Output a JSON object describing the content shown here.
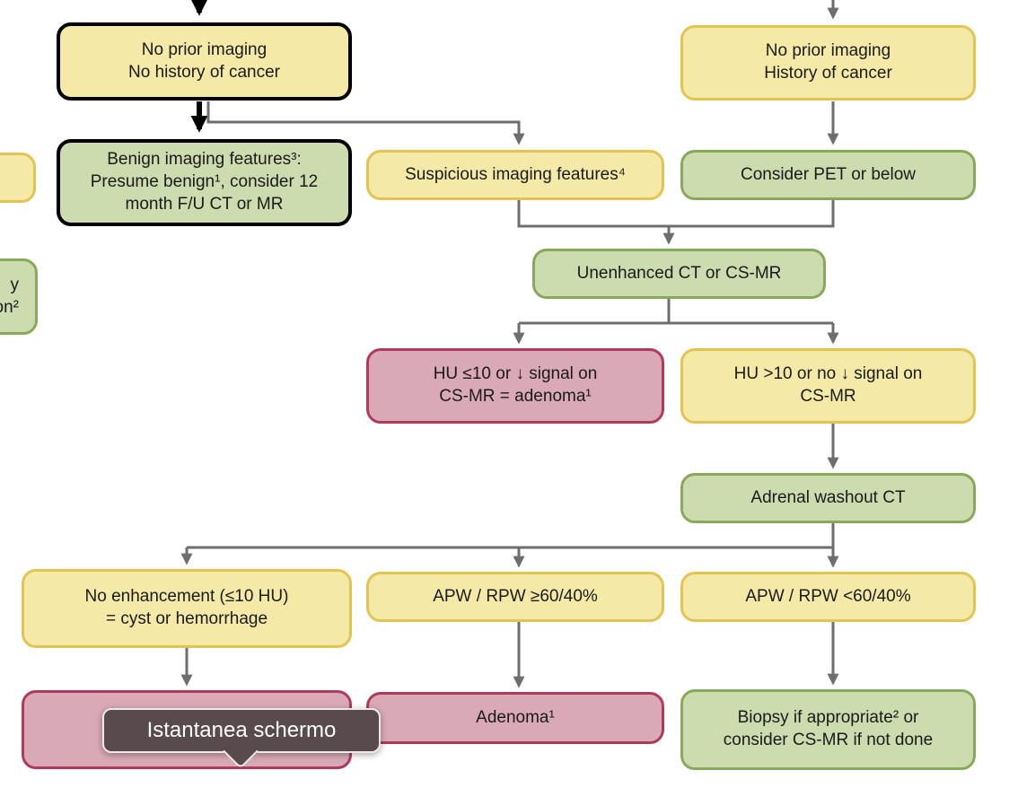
{
  "tooltip": {
    "label": "Istantanea schermo"
  },
  "nodes": {
    "a": {
      "label": "No prior imaging\nNo history of cancer"
    },
    "b": {
      "label": "No prior imaging\nHistory of cancer"
    },
    "c": {
      "label": "Benign imaging features³:\nPresume benign¹, consider 12\nmonth F/U CT or MR"
    },
    "d": {
      "label": "Suspicious imaging features⁴"
    },
    "e": {
      "label": "Consider PET or below"
    },
    "f": {
      "label": "Unenhanced CT or CS-MR"
    },
    "g": {
      "label": "HU ≤10 or ↓ signal on\nCS-MR = adenoma¹"
    },
    "h": {
      "label": "HU >10 or no ↓ signal on\nCS-MR"
    },
    "i": {
      "label": "Adrenal washout CT"
    },
    "j": {
      "label": "No enhancement (≤10 HU)\n= cyst or hemorrhage"
    },
    "k": {
      "label": "APW / RPW ≥60/40%"
    },
    "l": {
      "label": "APW / RPW <60/40%"
    },
    "m": {
      "label": ""
    },
    "n": {
      "label": "Adenoma¹"
    },
    "o": {
      "label": "Biopsy if appropriate² or\nconsider CS-MR if not done"
    },
    "left_yellow": {
      "label": ""
    },
    "left_green": {
      "label": "y\non²"
    }
  },
  "colors": {
    "yellow_fill": "#f5e9a8",
    "yellow_border": "#e2c453",
    "green_fill": "#cddcae",
    "green_border": "#86a95b",
    "pink_fill": "#d9a9b8",
    "pink_border": "#b03a5c",
    "emphasis_outline": "#000000",
    "arrow_gray": "#6e6e6e",
    "tooltip_bg": "#584a4d",
    "tooltip_text": "#ffffff"
  }
}
